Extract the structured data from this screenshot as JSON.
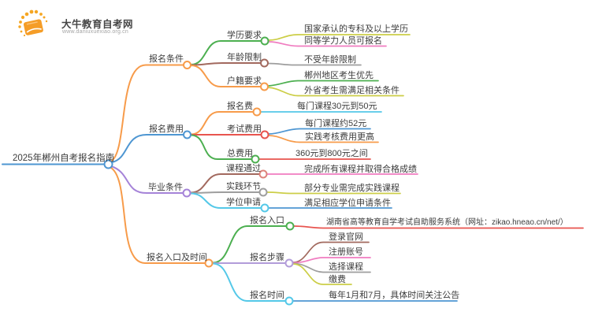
{
  "logo": {
    "title": "大牛教育自考网",
    "url": "www.daniuxuexiao.org.cn"
  },
  "map": {
    "root": "2025年郴州自考报名指南",
    "branches": [
      {
        "label": "报名条件",
        "children": [
          {
            "label": "学历要求",
            "leaves": [
              "国家承认的专科及以上学历",
              "同等学力人员可报名"
            ]
          },
          {
            "label": "年龄限制",
            "leaves": [
              "不受年龄限制"
            ]
          },
          {
            "label": "户籍要求",
            "leaves": [
              "郴州地区考生优先",
              "外省考生需满足相关条件"
            ]
          }
        ]
      },
      {
        "label": "报名费用",
        "children": [
          {
            "label": "报名费",
            "leaves": [
              "每门课程30元到50元"
            ]
          },
          {
            "label": "考试费用",
            "leaves": [
              "每门课程约52元",
              "实践考核费用更高"
            ]
          },
          {
            "label": "总费用",
            "leaves": [
              "360元到800元之间"
            ]
          }
        ]
      },
      {
        "label": "毕业条件",
        "children": [
          {
            "label": "课程通过",
            "leaves": [
              "完成所有课程并取得合格成绩"
            ]
          },
          {
            "label": "实践环节",
            "leaves": [
              "部分专业需完成实践课程"
            ]
          },
          {
            "label": "学位申请",
            "leaves": [
              "满足相应学位申请条件"
            ]
          }
        ]
      },
      {
        "label": "报名入口及时间",
        "children": [
          {
            "label": "报名入口",
            "leaves": [
              "湖南省高等教育自学考试自助服务系统（网址：zikao.hneao.cn/net/）"
            ]
          },
          {
            "label": "报名步骤",
            "leaves": [
              "登录官网",
              "注册账号",
              "选择课程",
              "缴费"
            ]
          },
          {
            "label": "报名时间",
            "leaves": [
              "每年1月和7月，具体时间关注公告"
            ]
          }
        ]
      }
    ]
  },
  "colors": {
    "orange": "#f79b4a",
    "green": "#4caf50",
    "blue": "#4e96d2",
    "purple": "#a583d8",
    "lavender": "#b29cd9",
    "red": "#e8544f",
    "cyan": "#54c8e8",
    "pink": "#f07cc0",
    "olive": "#ccce47",
    "brown": "#a2695e",
    "gray": "#9e9e9e",
    "salmon": "#dd837b",
    "text": "#3c3c3c",
    "logo_orange": "#f59d27"
  }
}
